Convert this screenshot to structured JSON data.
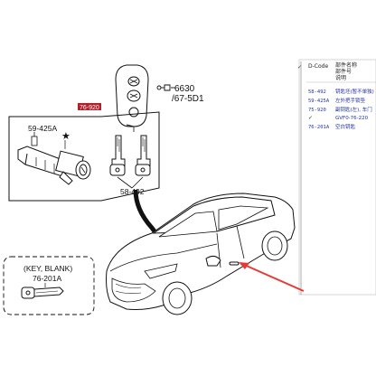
{
  "callouts": {
    "fob_code_1": "6630",
    "fob_code_2": "/67-5D1",
    "lock_set_tag": "76-920",
    "cylinder_part": "59-425A",
    "keys_part": "58-492",
    "key_blank_title": "(KEY, BLANK)",
    "key_blank_part": "76-201A"
  },
  "parts_table": {
    "header_code": "D-Code",
    "header_name": "部件名称",
    "header_qty": "部件号",
    "header_desc": "说明",
    "rows": [
      {
        "code": "58-492",
        "desc": "钥匙坯(暂不单独)"
      },
      {
        "code": "59-425A",
        "desc": "左外把手锁垫"
      },
      {
        "code": "75-920",
        "desc": "副钥匙(左), 车门"
      },
      {
        "code": "",
        "desc": "GVF0-76-220"
      },
      {
        "code": "76-201A",
        "desc": "空白钥匙"
      }
    ]
  },
  "colors": {
    "line": "#111111",
    "arrow": "#e53935",
    "table_text": "#2233aa",
    "tag_fill": "#b3202a"
  }
}
